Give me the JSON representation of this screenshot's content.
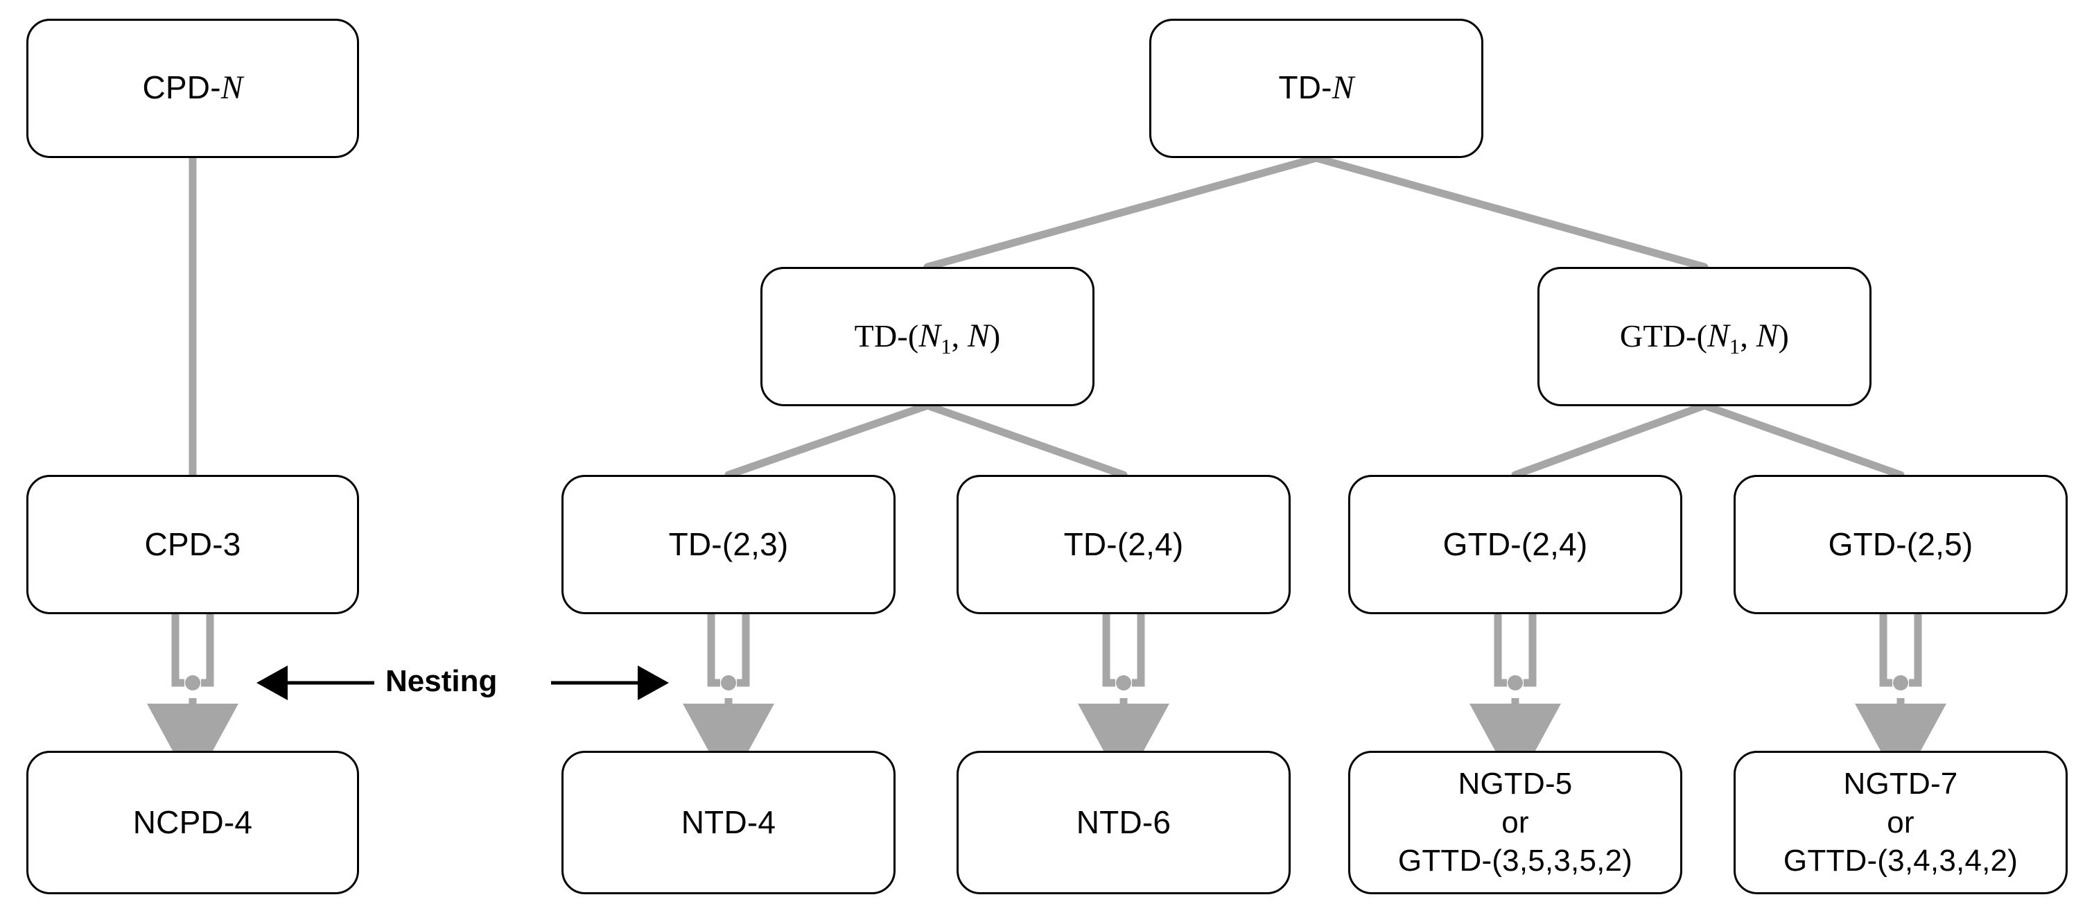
{
  "diagram": {
    "title_text": "",
    "colors": {
      "node_border": "#000000",
      "node_fill": "#ffffff",
      "tree_edge": "#a6a6a6",
      "nesting_edge": "#a6a6a6",
      "text": "#000000",
      "background": "#ffffff"
    },
    "nodes": {
      "cpd_n": {
        "line1": "CPD-",
        "italic1": "N"
      },
      "cpd_3": {
        "text": "CPD-3"
      },
      "ncpd_4": {
        "text": "NCPD-4"
      },
      "td_n": {
        "line1": "TD-",
        "italic1": "N"
      },
      "td_n1_n": {
        "prefix": "TD-(",
        "italic1": "N",
        "sub1": "1",
        "mid": ", ",
        "italic2": "N",
        "suffix": ")"
      },
      "gtd_n1_n": {
        "prefix": "GTD-(",
        "italic1": "N",
        "sub1": "1",
        "mid": ", ",
        "italic2": "N",
        "suffix": ")"
      },
      "td_2_3": {
        "text": "TD-(2,3)"
      },
      "td_2_4": {
        "text": "TD-(2,4)"
      },
      "gtd_2_4": {
        "text": "GTD-(2,4)"
      },
      "gtd_2_5": {
        "text": "GTD-(2,5)"
      },
      "ntd_4": {
        "text": "NTD-4"
      },
      "ntd_6": {
        "text": "NTD-6"
      },
      "ngtd_5": {
        "line1": "NGTD-5",
        "line2": "or",
        "line3": "GTTD-(3,5,3,5,2)"
      },
      "ngtd_7": {
        "line1": "NGTD-7",
        "line2": "or",
        "line3": "GTTD-(3,4,3,4,2)"
      }
    },
    "annotations": {
      "nesting_label": "Nesting"
    },
    "edges": {
      "tree": [
        {
          "from": "td_n",
          "to": "td_n1_n",
          "kind": "diagonal"
        },
        {
          "from": "td_n",
          "to": "gtd_n1_n",
          "kind": "diagonal"
        },
        {
          "from": "td_n1_n",
          "to": "td_2_3",
          "kind": "diagonal"
        },
        {
          "from": "td_n1_n",
          "to": "td_2_4",
          "kind": "diagonal"
        },
        {
          "from": "gtd_n1_n",
          "to": "gtd_2_4",
          "kind": "diagonal"
        },
        {
          "from": "gtd_n1_n",
          "to": "gtd_2_5",
          "kind": "diagonal"
        },
        {
          "from": "cpd_n",
          "to": "cpd_3",
          "kind": "straight"
        }
      ],
      "nesting": [
        {
          "from": "cpd_3",
          "to": "ncpd_4"
        },
        {
          "from": "td_2_3",
          "to": "ntd_4"
        },
        {
          "from": "td_2_4",
          "to": "ntd_6"
        },
        {
          "from": "gtd_2_4",
          "to": "ngtd_5"
        },
        {
          "from": "gtd_2_5",
          "to": "ngtd_7"
        }
      ]
    }
  }
}
